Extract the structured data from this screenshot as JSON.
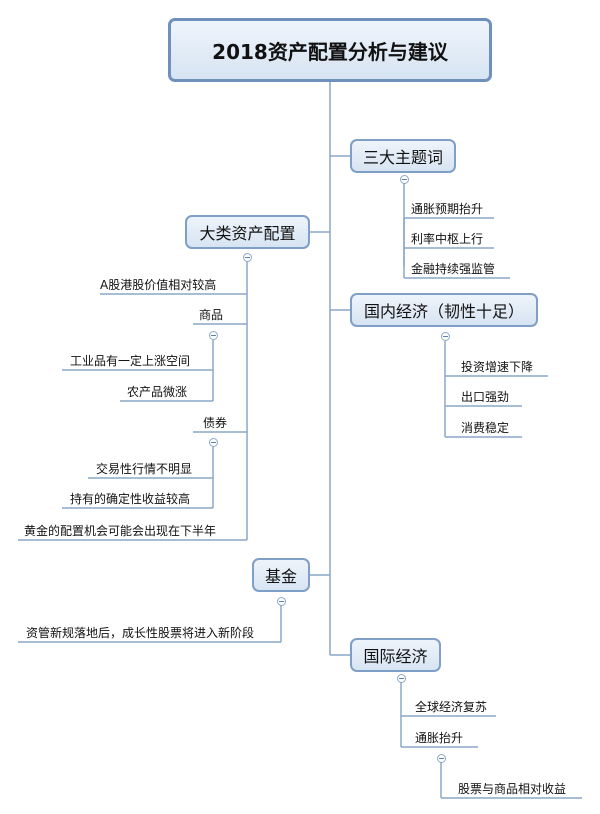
{
  "title": "2018资产配置分析与建议",
  "branches": {
    "themes": {
      "label": "三大主题词",
      "items": [
        "通胀预期抬升",
        "利率中枢上行",
        "金融持续强监管"
      ]
    },
    "assets": {
      "label": "大类资产配置",
      "items": [
        "A股港股价值相对较高",
        "商品",
        "工业品有一定上涨空间",
        "农产品微涨",
        "债券",
        "交易性行情不明显",
        "持有的确定性收益较高",
        "黄金的配置机会可能会出现在下半年"
      ]
    },
    "domestic": {
      "label": "国内经济（韧性十足）",
      "items": [
        "投资增速下降",
        "出口强劲",
        "消费稳定"
      ]
    },
    "fund": {
      "label": "基金",
      "items": [
        "资管新规落地后，成长性股票将进入新阶段"
      ]
    },
    "international": {
      "label": "国际经济",
      "items": [
        "全球经济复苏",
        "通胀抬升",
        "股票与商品相对收益"
      ]
    }
  }
}
